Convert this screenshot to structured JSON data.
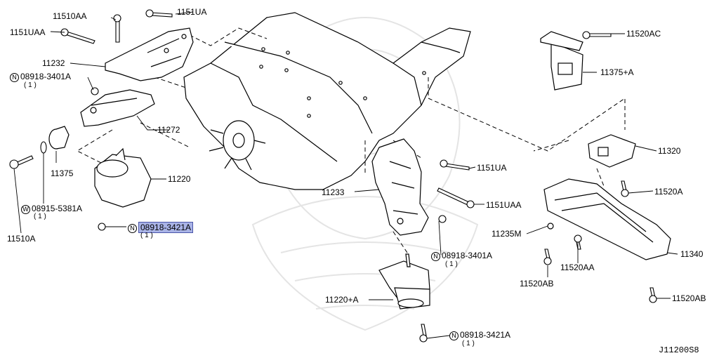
{
  "labels": {
    "p11510AA": "11510AA",
    "p1151UAA_tl": "1151UAA",
    "p1151UA_t": "1151UA",
    "p11232": "11232",
    "pN08918_3401A_l": "08918-3401A",
    "pN08918_3401A_l_qty": "( 1 )",
    "p11272": "11272",
    "p11375": "11375",
    "p11220": "11220",
    "pW08915_5381A": "08915-5381A",
    "pW08915_5381A_qty": "( 1 )",
    "pN08918_3421A_hl": "08918-3421A",
    "pN08918_3421A_hl_qty": "( 1 )",
    "p11510A": "11510A",
    "p11520AC": "11520AC",
    "p11375A": "11375+A",
    "p11320": "11320",
    "p1151UA_m": "1151UA",
    "p11233": "11233",
    "p1151UAA_m": "1151UAA",
    "p11520A": "11520A",
    "p11235M": "11235M",
    "pN08918_3401A_m": "08918-3401A",
    "pN08918_3401A_m_qty": "( 1 )",
    "p11340": "11340",
    "p11520AA": "11520AA",
    "p11520AB_l": "11520AB",
    "p11220A": "11220+A",
    "p11520AB_r": "11520AB",
    "pN08918_3421A_b": "08918-3421A",
    "pN08918_3421A_b_qty": "( 1 )"
  },
  "markers": {
    "n": "N",
    "w": "W"
  },
  "diagram_code": "J11200S8",
  "colors": {
    "line": "#000000",
    "highlight_fill": "#a9b3e6",
    "highlight_border": "#4a55a8",
    "watermark": "#e4e4e4"
  }
}
